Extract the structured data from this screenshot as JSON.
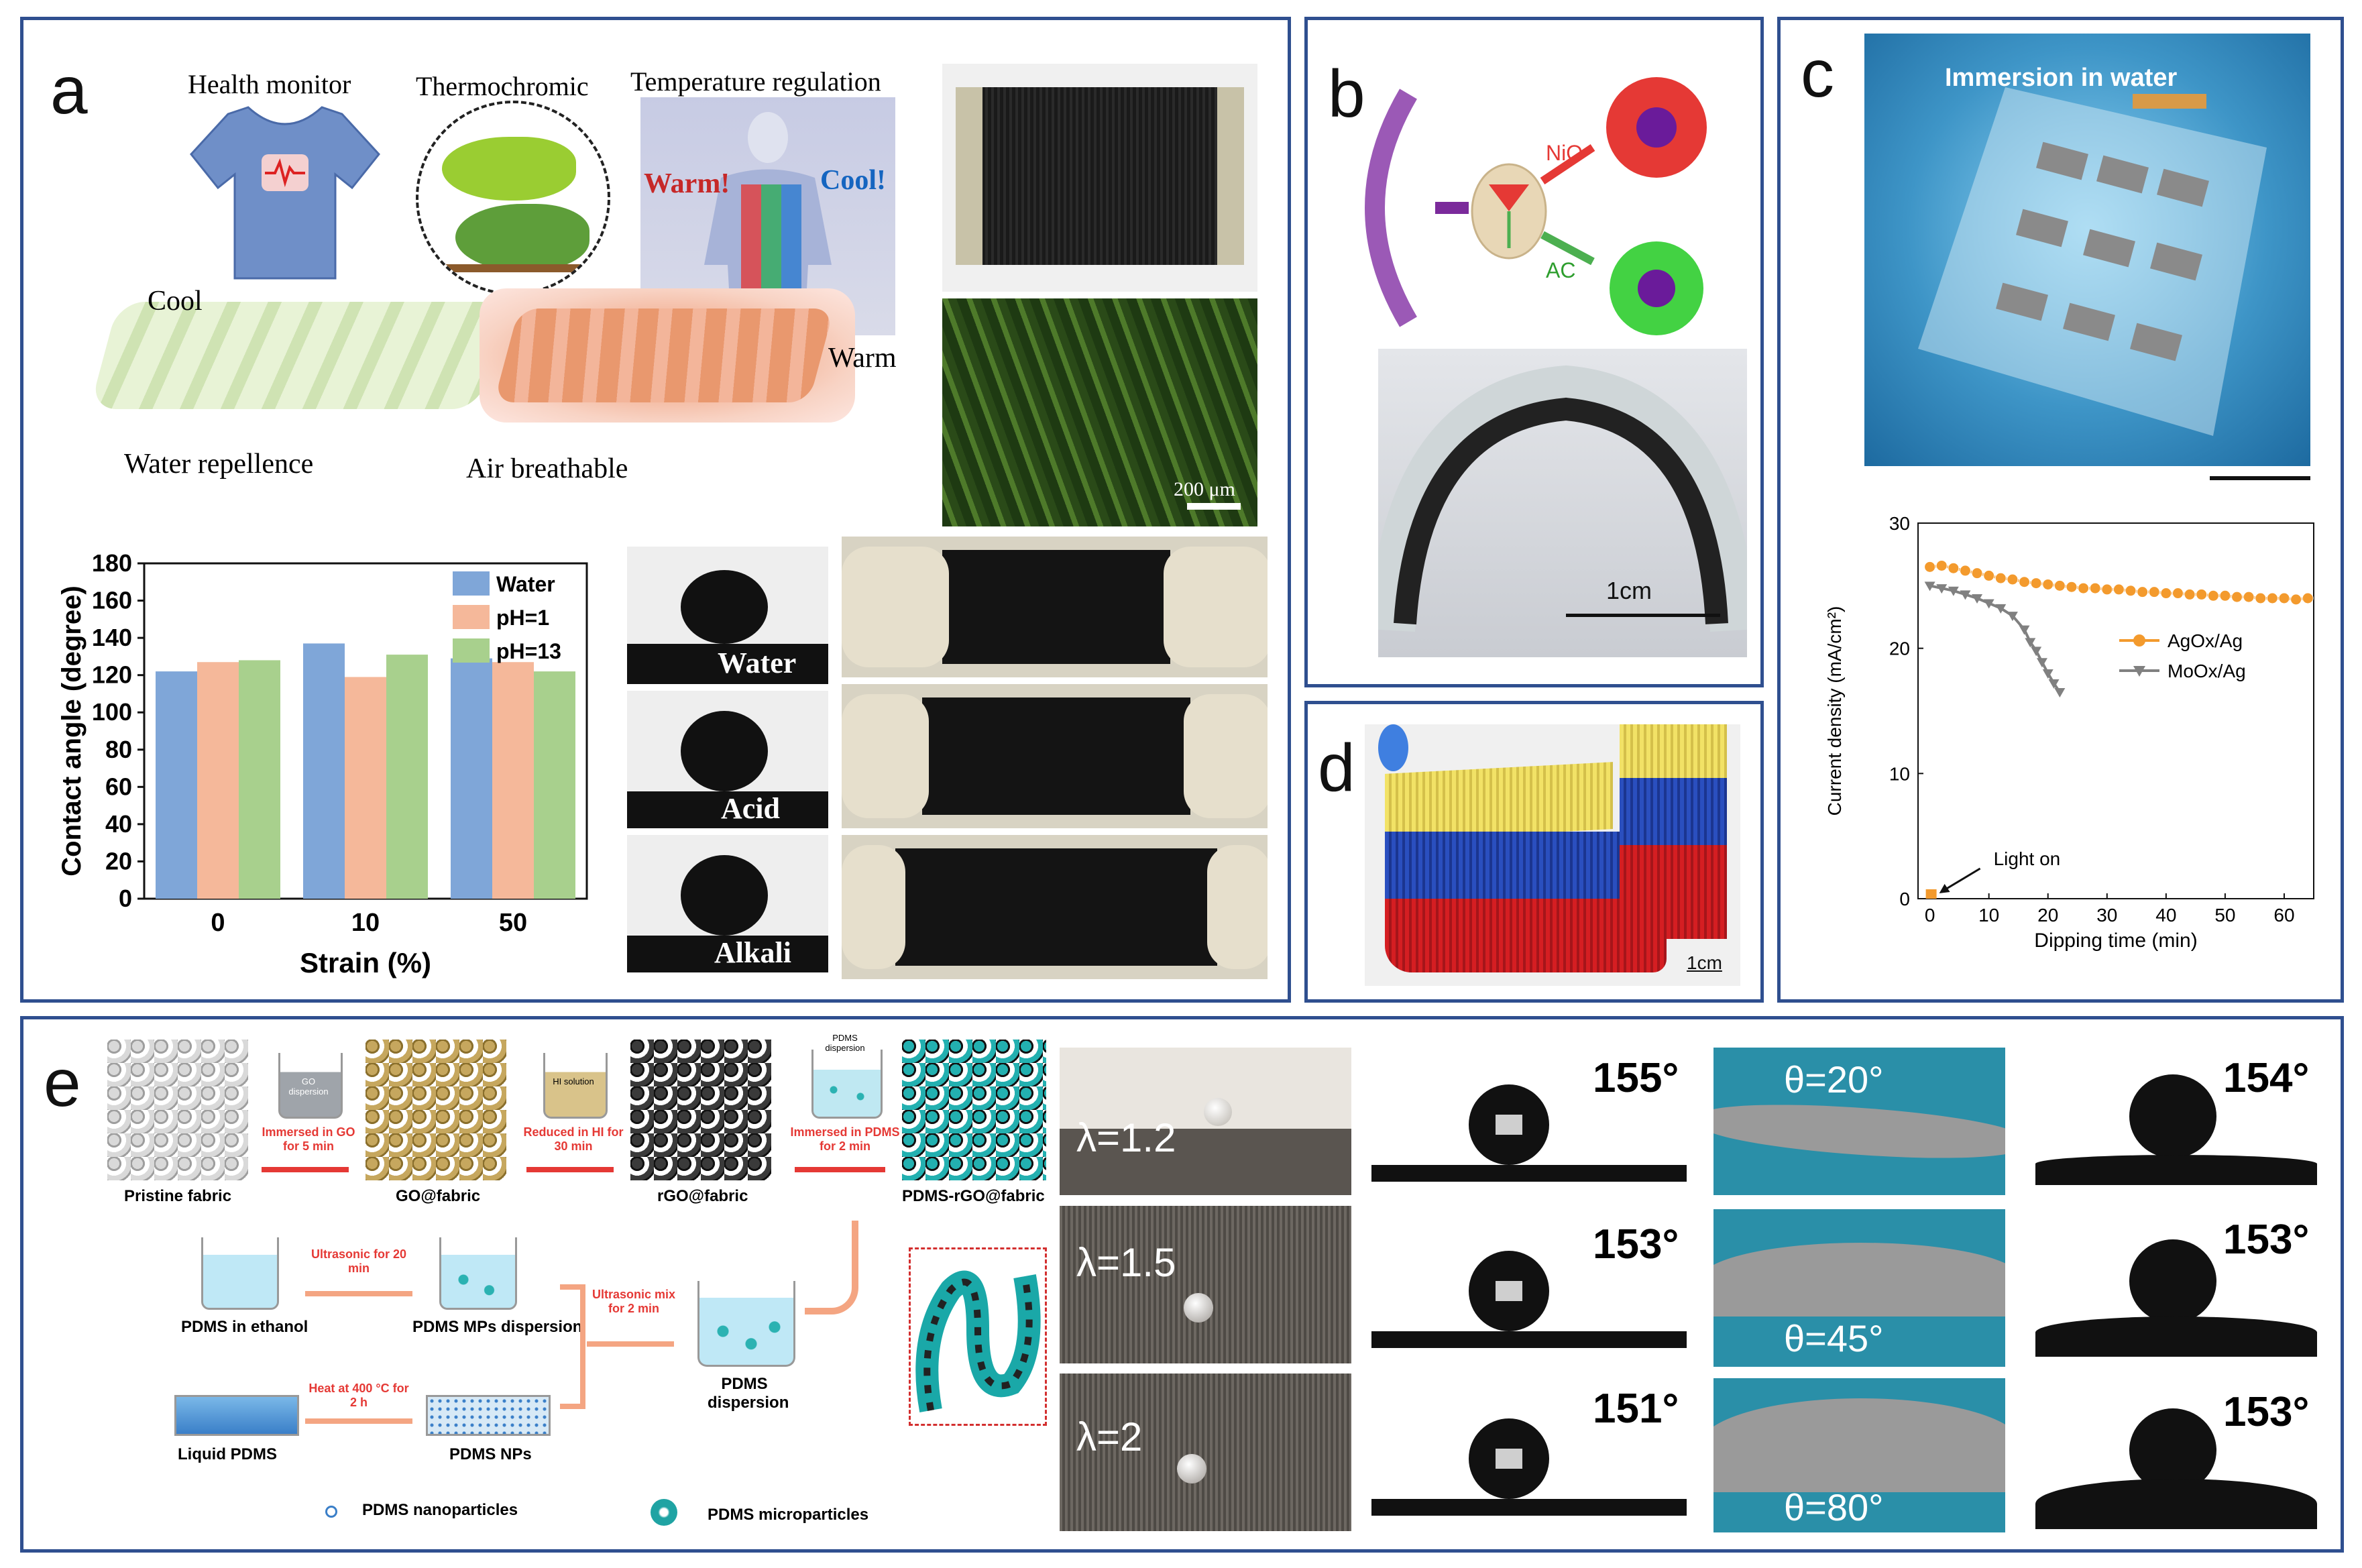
{
  "panel_letters": {
    "a": "a",
    "b": "b",
    "c": "c",
    "d": "d",
    "e": "e"
  },
  "panel_a": {
    "health_monitor": "Health monitor",
    "thermochromic": "Thermochromic",
    "temperature_regulation": "Temperature regulation",
    "warm_label": "Warm!",
    "cool_label": "Cool!",
    "cool": "Cool",
    "warm": "Warm",
    "water_repellence": "Water repellence",
    "air_breathable": "Air breathable",
    "scale_bar": "200 μm",
    "drop_labels": [
      "Water",
      "Acid",
      "Alkali"
    ]
  },
  "panel_b": {
    "nio": "NiO",
    "ac": "AC",
    "scale": "1cm"
  },
  "panel_c": {
    "immersion": "Immersion in water",
    "light_on": "Light on"
  },
  "panel_d": {
    "scale": "1cm"
  },
  "panel_e": {
    "flow": {
      "pristine": "Pristine fabric",
      "go_fabric": "GO@fabric",
      "rgo_fabric": "rGO@fabric",
      "pdms_rgo_fabric": "PDMS-rGO@fabric",
      "go_dispersion": "GO dispersion",
      "hi_solution": "HI solution",
      "pdms_dispersion_beaker": "PDMS dispersion",
      "step1": "Immersed in GO for 5 min",
      "step2": "Reduced in HI for 30 min",
      "step3": "Immersed in PDMS for 2 min",
      "pdms_ethanol": "PDMS in ethanol",
      "ultrasonic20": "Ultrasonic for 20 min",
      "mps_dispersion": "PDMS MPs dispersion",
      "ultrasonic_mix": "Ultrasonic mix for 2 min",
      "pdms_dispersion": "PDMS dispersion",
      "liquid_pdms": "Liquid PDMS",
      "heat": "Heat at 400 °C for 2 h",
      "pdms_nps": "PDMS NPs",
      "legend_nano": "PDMS nanoparticles",
      "legend_micro": "PDMS microparticles"
    },
    "lambdas": [
      "λ=1.2",
      "λ=1.5",
      "λ=2"
    ],
    "angles_col1": [
      "155°",
      "153°",
      "151°"
    ],
    "thetas": [
      "θ=20°",
      "θ=45°",
      "θ=80°"
    ],
    "angles_col3": [
      "154°",
      "153°",
      "153°"
    ]
  },
  "chart_data": [
    {
      "type": "bar",
      "ylabel": "Contact angle (degree)",
      "xlabel": "Strain (%)",
      "categories": [
        "0",
        "10",
        "50"
      ],
      "ylim": [
        0,
        180
      ],
      "yticks": [
        "0",
        "20",
        "40",
        "60",
        "80",
        "100",
        "120",
        "140",
        "160",
        "180"
      ],
      "legend_position": "top-right",
      "series": [
        {
          "name": "Water",
          "values": [
            122,
            137,
            129
          ],
          "color": "#7fa6d8"
        },
        {
          "name": "pH=1",
          "values": [
            127,
            119,
            127
          ],
          "color": "#f5b89a"
        },
        {
          "name": "pH=13",
          "values": [
            128,
            131,
            122
          ],
          "color": "#a8d08d"
        }
      ]
    },
    {
      "type": "line",
      "ylabel": "Current density (mA/cm²)",
      "xlabel": "Dipping time (min)",
      "xlim": [
        -2,
        65
      ],
      "ylim": [
        0,
        30
      ],
      "xticks": [
        "0",
        "10",
        "20",
        "30",
        "40",
        "50",
        "60"
      ],
      "yticks": [
        "0",
        "10",
        "20",
        "30"
      ],
      "legend_position": "right",
      "series": [
        {
          "name": "AgOx/Ag",
          "color": "#f39a2d",
          "x": [
            0,
            2,
            4,
            6,
            8,
            10,
            12,
            14,
            16,
            18,
            20,
            22,
            24,
            26,
            28,
            30,
            32,
            34,
            36,
            38,
            40,
            42,
            44,
            46,
            48,
            50,
            52,
            54,
            56,
            58,
            60,
            62,
            64
          ],
          "y": [
            26.5,
            26.6,
            26.4,
            26.2,
            26.0,
            25.8,
            25.6,
            25.5,
            25.3,
            25.2,
            25.1,
            25.0,
            24.9,
            24.8,
            24.8,
            24.7,
            24.7,
            24.6,
            24.5,
            24.5,
            24.4,
            24.4,
            24.3,
            24.3,
            24.2,
            24.2,
            24.1,
            24.1,
            24.0,
            24.0,
            24.0,
            23.9,
            24.0
          ]
        },
        {
          "name": "MoOx/Ag",
          "color": "#808080",
          "x": [
            0,
            2,
            4,
            6,
            8,
            10,
            12,
            14,
            16,
            17,
            18,
            19,
            20,
            21,
            22
          ],
          "y": [
            25.0,
            24.8,
            24.6,
            24.3,
            24.0,
            23.6,
            23.2,
            22.6,
            21.5,
            20.5,
            19.8,
            18.9,
            18.0,
            17.2,
            16.5
          ]
        }
      ]
    }
  ]
}
